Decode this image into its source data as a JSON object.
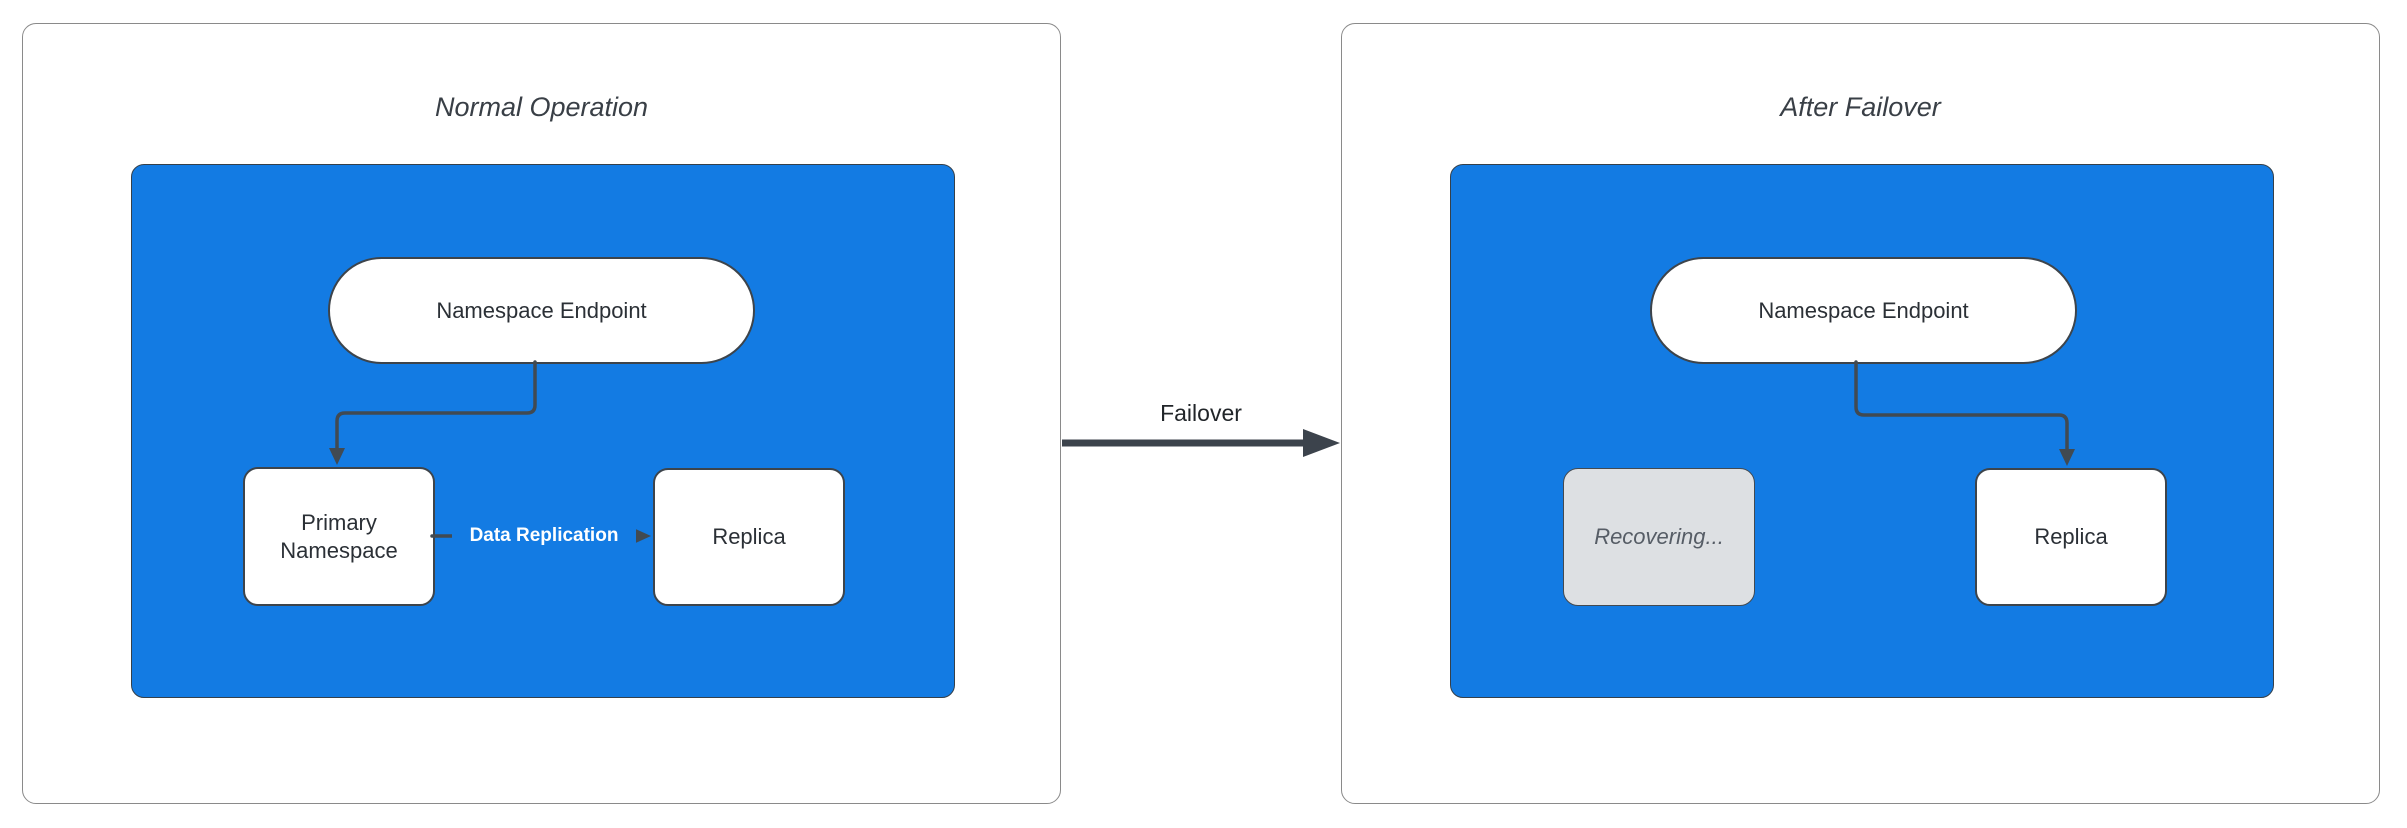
{
  "diagram": {
    "panels": [
      {
        "title": "Normal Operation",
        "nodes": {
          "endpoint": "Namespace Endpoint",
          "primary": "Primary Namespace",
          "replica": "Replica"
        },
        "edge_label": "Data Replication"
      },
      {
        "title": "After Failover",
        "nodes": {
          "endpoint": "Namespace Endpoint",
          "recovering": "Recovering...",
          "replica": "Replica"
        }
      }
    ],
    "transition": {
      "label": "Failover"
    },
    "colors": {
      "cluster_blue": "#137be3",
      "edge_dark": "#414a52",
      "node_border": "#3d444b",
      "panel_border": "#8a8a8a",
      "recovering_fill": "#dde0e3",
      "recovering_text": "#565d66",
      "node_text": "#2b3036",
      "title_text": "#393f46",
      "edge_label_text": "#ffffff"
    }
  }
}
